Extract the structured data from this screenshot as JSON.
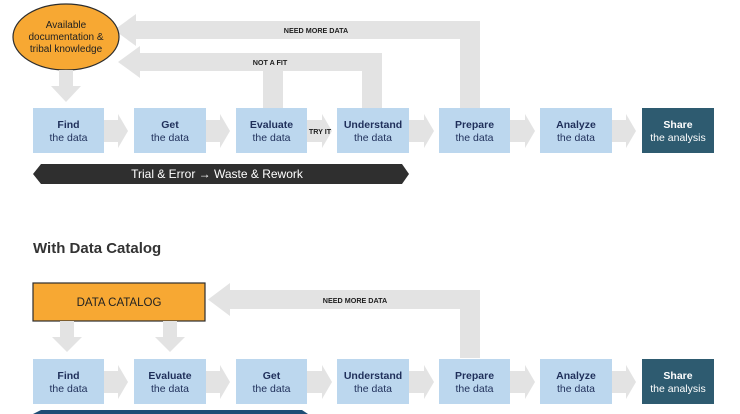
{
  "top": {
    "source_lines": [
      "Available",
      "documentation &",
      "tribal knowledge"
    ],
    "loop_need_more": "NEED MORE DATA",
    "loop_not_fit": "NOT A FIT",
    "try_it": "TRY IT",
    "steps": [
      {
        "l1": "Find",
        "l2": "the data"
      },
      {
        "l1": "Get",
        "l2": "the data"
      },
      {
        "l1": "Evaluate",
        "l2": "the data"
      },
      {
        "l1": "Understand",
        "l2": "the data"
      },
      {
        "l1": "Prepare",
        "l2": "the data"
      },
      {
        "l1": "Analyze",
        "l2": "the data"
      },
      {
        "l1": "Share",
        "l2": "the analysis"
      }
    ],
    "banner": "Trial & Error  →  Waste & Rework"
  },
  "bottom": {
    "title": "With Data Catalog",
    "catalog": "DATA CATALOG",
    "loop_need_more": "NEED MORE DATA",
    "steps": [
      {
        "l1": "Find",
        "l2": "the data"
      },
      {
        "l1": "Evaluate",
        "l2": "the data"
      },
      {
        "l1": "Get",
        "l2": "the data"
      },
      {
        "l1": "Understand",
        "l2": "the data"
      },
      {
        "l1": "Prepare",
        "l2": "the data"
      },
      {
        "l1": "Analyze",
        "l2": "the data"
      },
      {
        "l1": "Share",
        "l2": "the analysis"
      }
    ]
  },
  "colors": {
    "step_fill": "#bcd7ee",
    "final_step_fill": "#2e5b70",
    "connector_gray": "#e3e3e3",
    "highlight_orange": "#f7a833",
    "banner_dark": "#2f2f2f",
    "banner_blue": "#1e4d75"
  }
}
